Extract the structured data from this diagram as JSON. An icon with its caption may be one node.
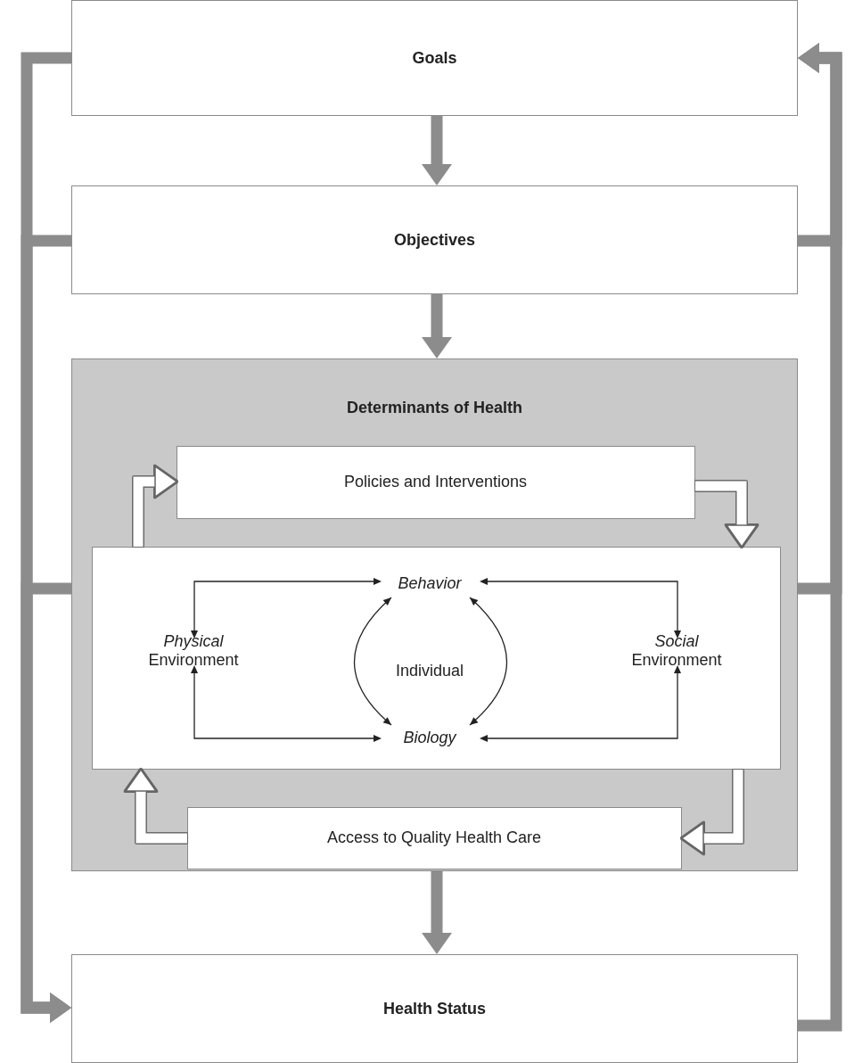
{
  "diagram": {
    "nodes": [
      {
        "text": [
          "Goals"
        ]
      },
      {
        "text": [
          "Objectives"
        ]
      },
      {
        "text": [
          "Determinants of Health"
        ]
      },
      {
        "text": [
          "Policies and Interventions"
        ],
        "in": 2
      },
      {
        "text": [],
        "shape": "box",
        "in": 2
      },
      {
        "text": [
          "*Physical* Environment"
        ],
        "in": 4
      },
      {
        "text": [
          "Behavior"
        ],
        "in": 4
      },
      {
        "text": [
          "Individual"
        ],
        "in": 4
      },
      {
        "text": [
          "Biology"
        ],
        "in": 4
      },
      {
        "text": [
          "*Social* Environment"
        ],
        "in": 4
      },
      {
        "text": [
          "Access to Quality Health Care"
        ],
        "in": 2
      },
      {
        "text": [
          "Health Status"
        ]
      }
    ],
    "edges": [
      {
        "from": 0,
        "to": 1,
        "arrow": "to"
      },
      {
        "from": 1,
        "to": 2,
        "arrow": "to"
      },
      {
        "from": 2,
        "to": 11,
        "arrow": "to"
      },
      {
        "from": 0,
        "to": 11,
        "arrow": "to"
      },
      {
        "from": 1,
        "to": 11,
        "arrow": "to"
      },
      {
        "from": 2,
        "to": 11,
        "arrow": "to"
      },
      {
        "from": 11,
        "to": 0,
        "arrow": "to"
      },
      {
        "from": 1,
        "to": 0,
        "arrow": "to"
      },
      {
        "from": 2,
        "to": 0,
        "arrow": "to"
      },
      {
        "from": 3,
        "to": 4,
        "arrow": "to",
        "color": "#ffffff"
      },
      {
        "from": 4,
        "to": 3,
        "arrow": "to",
        "color": "#ffffff"
      },
      {
        "from": 4,
        "to": 10,
        "arrow": "to",
        "color": "#ffffff"
      },
      {
        "from": 10,
        "to": 4,
        "arrow": "to",
        "color": "#ffffff"
      },
      {
        "from": 5,
        "to": 6,
        "arrow": "both",
        "color": "#222222"
      },
      {
        "from": 5,
        "to": 8,
        "arrow": "both",
        "color": "#222222"
      },
      {
        "from": 9,
        "to": 6,
        "arrow": "both",
        "color": "#222222"
      },
      {
        "from": 9,
        "to": 8,
        "arrow": "both",
        "color": "#222222"
      },
      {
        "from": 6,
        "to": 8,
        "arrow": "both",
        "color": "#222222"
      },
      {
        "from": 6,
        "to": 8,
        "arrow": "both",
        "color": "#222222"
      }
    ]
  }
}
